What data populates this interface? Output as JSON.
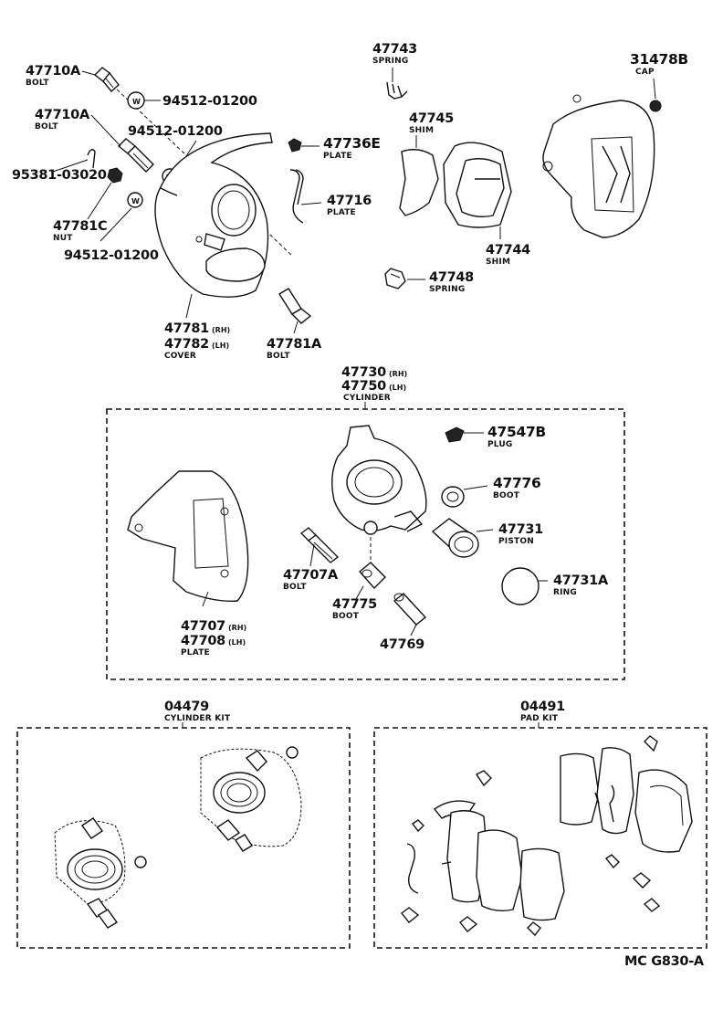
{
  "labels": {
    "l_47710A_1": {
      "num": "47710A",
      "name": "BOLT"
    },
    "l_94512_1": {
      "num": "94512-01200"
    },
    "l_47710A_2": {
      "num": "47710A",
      "name": "BOLT"
    },
    "l_94512_2": {
      "num": "94512-01200"
    },
    "l_95381": {
      "num": "95381-03020"
    },
    "l_47781C": {
      "num": "47781C",
      "name": "NUT"
    },
    "l_94512_3": {
      "num": "94512-01200"
    },
    "l_47781": {
      "num_rh": "47781",
      "tag_rh": "(RH)",
      "num_lh": "47782",
      "tag_lh": "(LH)",
      "name": "COVER"
    },
    "l_47781A": {
      "num": "47781A",
      "name": "BOLT"
    },
    "l_47743": {
      "num": "47743",
      "name": "SPRING"
    },
    "l_47736E": {
      "num": "47736E",
      "name": "PLATE"
    },
    "l_47716": {
      "num": "47716",
      "name": "PLATE"
    },
    "l_47745": {
      "num": "47745",
      "name": "SHIM"
    },
    "l_47744": {
      "num": "47744",
      "name": "SHIM"
    },
    "l_47748": {
      "num": "47748",
      "name": "SPRING"
    },
    "l_31478B": {
      "num": "31478B",
      "name": "CAP"
    },
    "l_47730": {
      "num_rh": "47730",
      "tag_rh": "(RH)",
      "num_lh": "47750",
      "tag_lh": "(LH)",
      "name": "CYLINDER"
    },
    "l_47547B": {
      "num": "47547B",
      "name": "PLUG"
    },
    "l_47776": {
      "num": "47776",
      "name": "BOOT"
    },
    "l_47731": {
      "num": "47731",
      "name": "PISTON"
    },
    "l_47731A": {
      "num": "47731A",
      "name": "RING"
    },
    "l_47707A": {
      "num": "47707A",
      "name": "BOLT"
    },
    "l_47775": {
      "num": "47775",
      "name": "BOOT"
    },
    "l_47769": {
      "num": "47769"
    },
    "l_47707": {
      "num_rh": "47707",
      "tag_rh": "(RH)",
      "num_lh": "47708",
      "tag_lh": "(LH)",
      "name": "PLATE"
    },
    "l_04479": {
      "num": "04479",
      "name": "CYLINDER KIT"
    },
    "l_04491": {
      "num": "04491",
      "name": "PAD KIT"
    }
  },
  "footer": {
    "code": "MC  G830-A"
  },
  "washer_mark": "W"
}
